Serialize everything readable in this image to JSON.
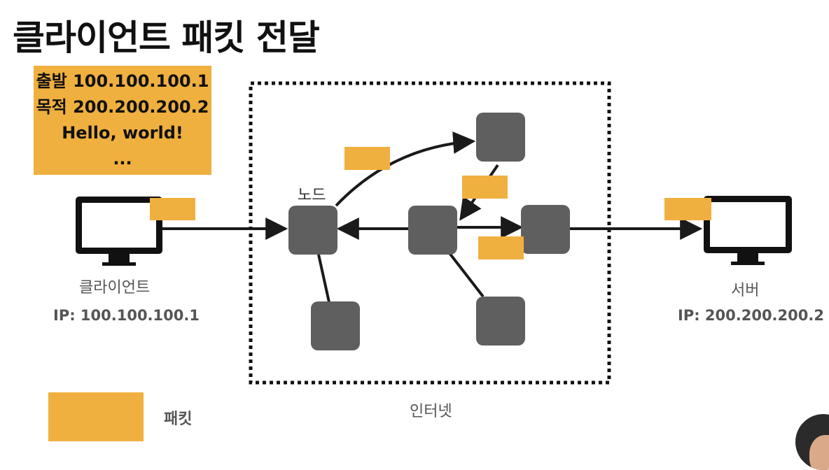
{
  "title": "클라이언트 패킷 전달",
  "info_box": {
    "lines": [
      "출발 100.100.100.1",
      "목적 200.200.200.2",
      "Hello, world!",
      "..."
    ]
  },
  "client": {
    "label": "클라이언트",
    "ip": "IP: 100.100.100.1"
  },
  "server": {
    "label": "서버",
    "ip": "IP: 200.200.200.2"
  },
  "node_label": "노드",
  "internet_label": "인터넷",
  "legend": {
    "label": "패킷"
  },
  "colors": {
    "packet": "#f0b03f",
    "node": "#5f5f5f",
    "line": "#1a1a1a"
  },
  "icons": [
    "monitor-icon",
    "node-box",
    "packet-box",
    "presenter-avatar"
  ]
}
